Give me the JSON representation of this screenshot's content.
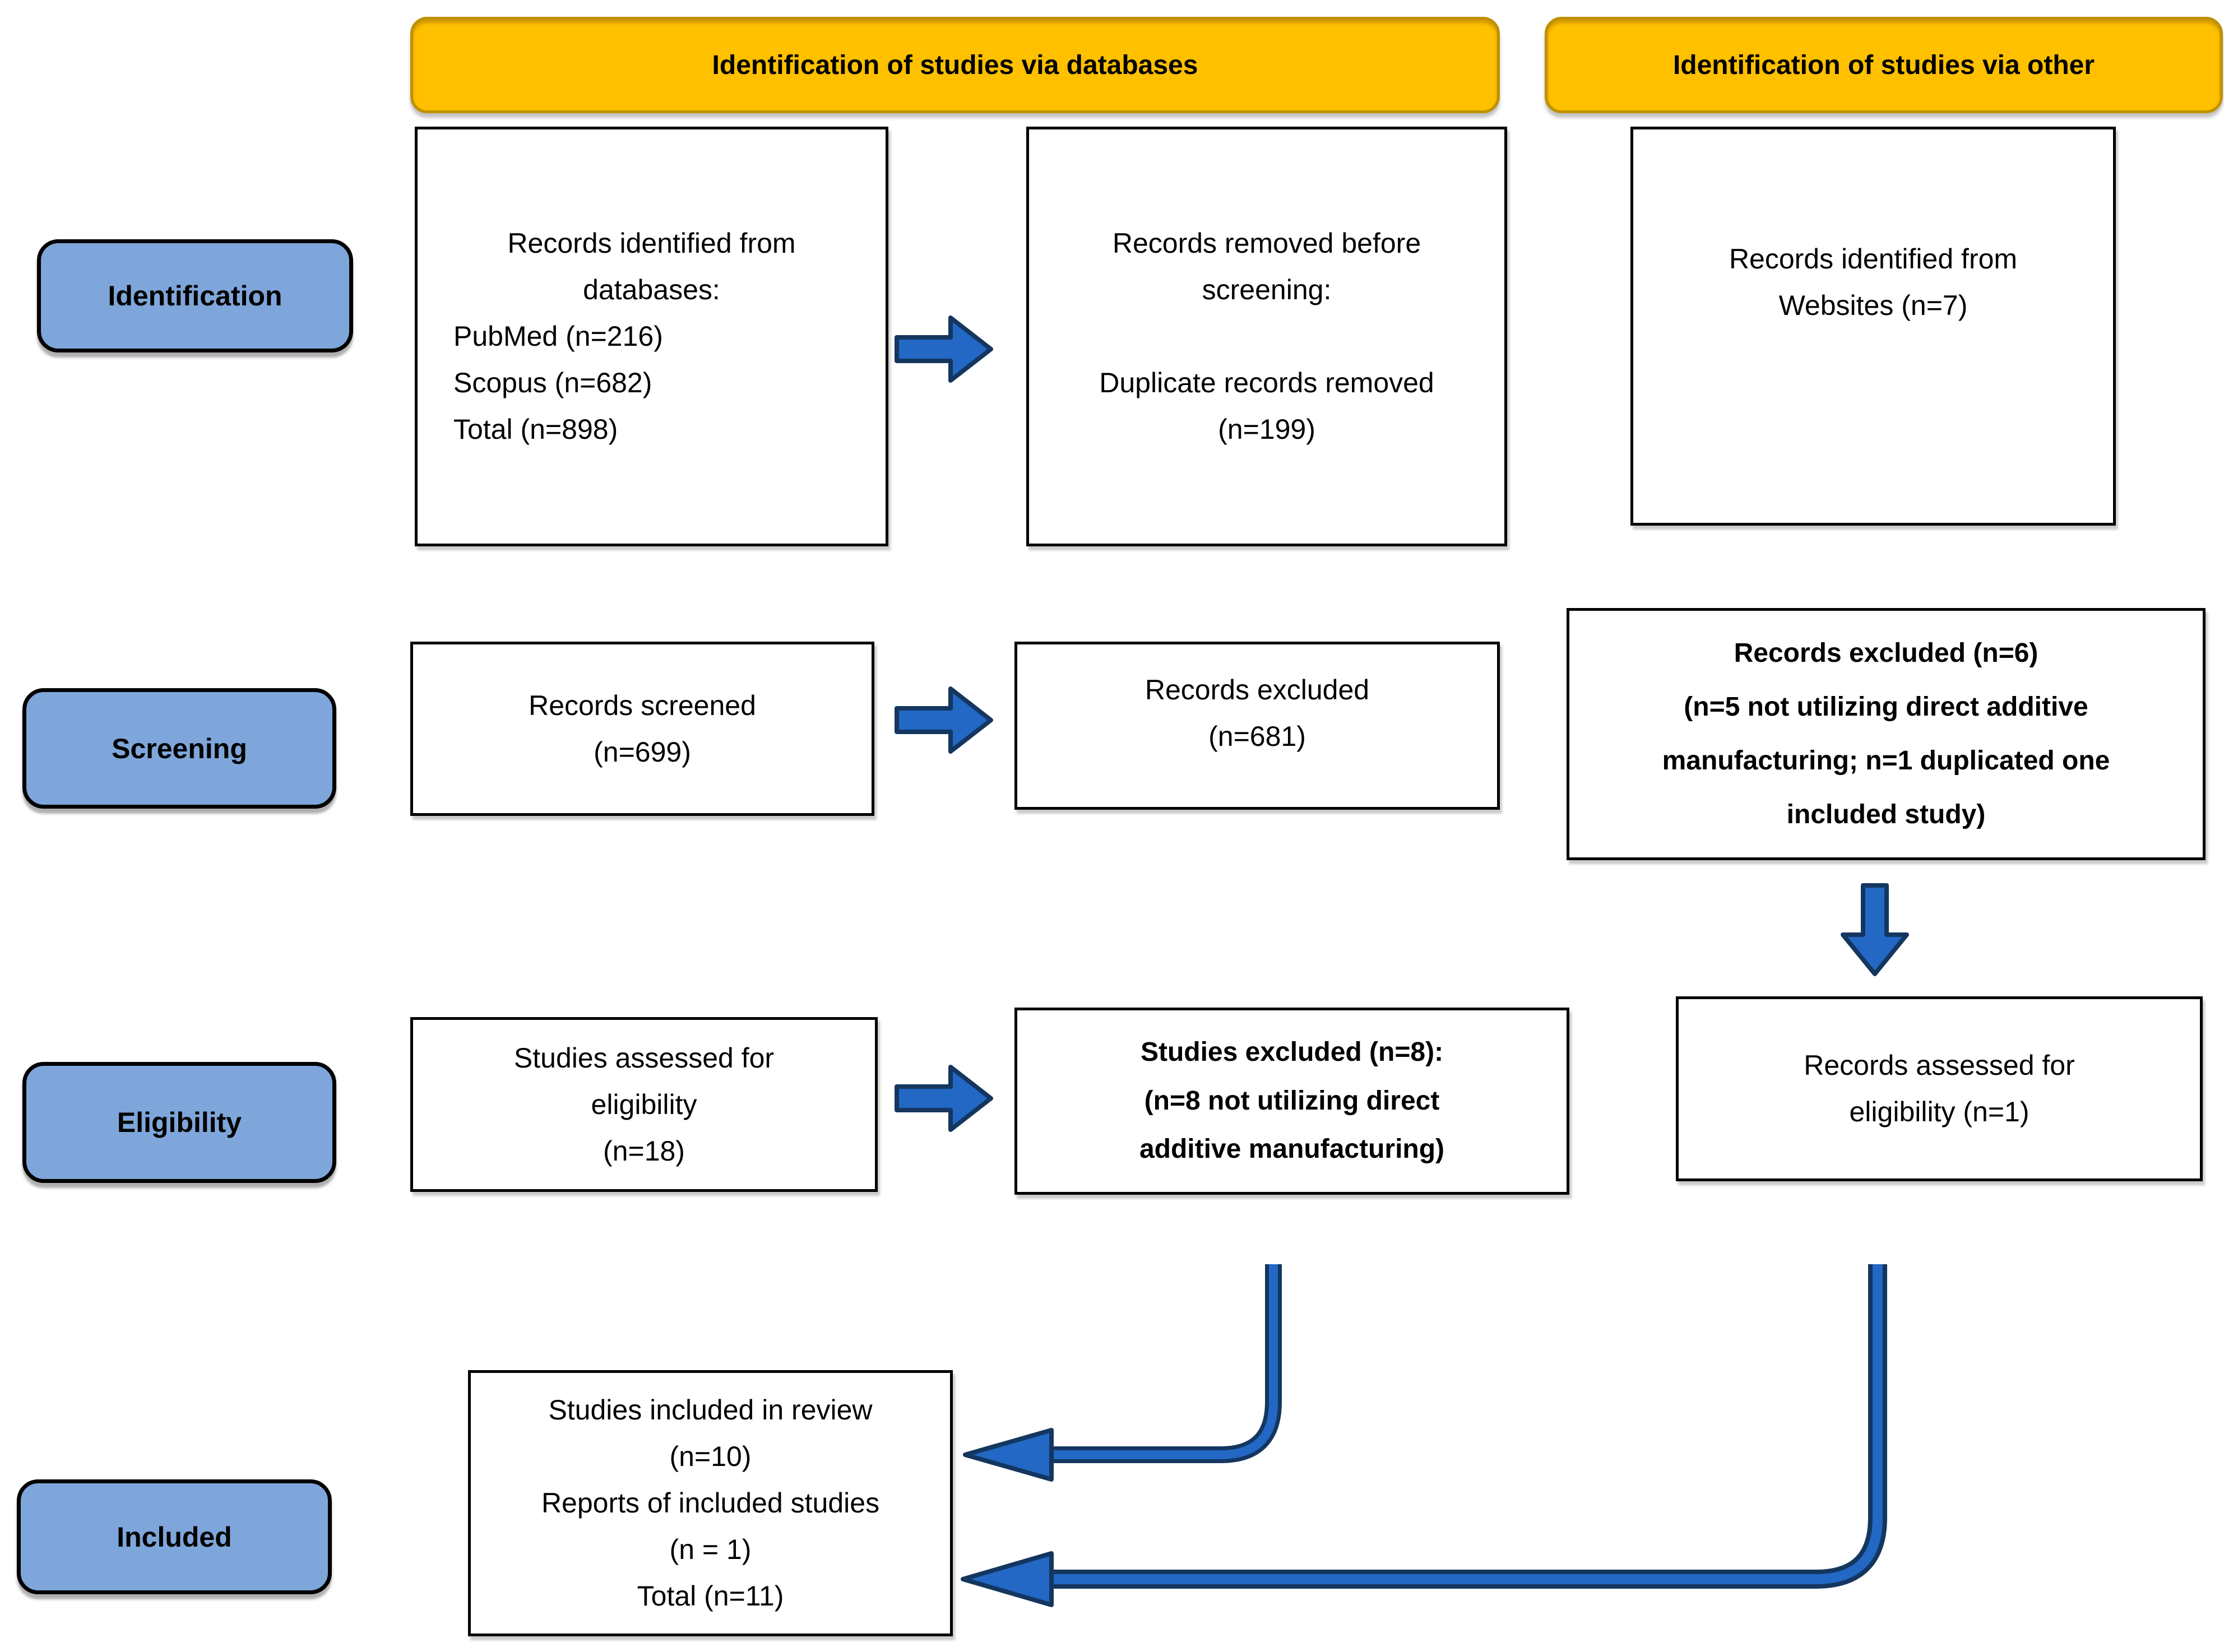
{
  "headers": {
    "databases": "Identification of studies via databases",
    "other": "Identification of studies via other"
  },
  "stages": {
    "identification": "Identification",
    "screening": "Screening",
    "eligibility": "Eligibility",
    "included": "Included"
  },
  "boxes": {
    "db_identified": {
      "lines": [
        "Records identified from",
        "databases:",
        "PubMed (n=216)",
        "Scopus (n=682)",
        "Total (n=898)"
      ]
    },
    "removed_before": {
      "lines": [
        "Records removed before",
        "screening:",
        "",
        "Duplicate records removed",
        "(n=199)"
      ]
    },
    "websites": {
      "lines": [
        "Records identified from",
        "Websites (n=7)"
      ]
    },
    "screened": {
      "lines": [
        "Records screened",
        "(n=699)"
      ]
    },
    "excluded_681": {
      "lines": [
        "Records excluded",
        "(n=681)"
      ]
    },
    "excluded_6": {
      "lines": [
        "Records excluded (n=6)",
        "(n=5 not utilizing direct additive",
        "manufacturing; n=1 duplicated one",
        "included study)"
      ]
    },
    "assessed_18": {
      "lines": [
        "Studies assessed for",
        "eligibility",
        "(n=18)"
      ]
    },
    "studies_excluded_8": {
      "lines": [
        "Studies excluded (n=8):",
        "(n=8 not utilizing direct",
        "additive manufacturing)"
      ]
    },
    "records_assessed_1": {
      "lines": [
        "Records assessed for",
        "eligibility (n=1)"
      ]
    },
    "included_studies": {
      "lines": [
        "Studies included in review",
        "(n=10)",
        "Reports of included studies",
        "(n = 1)",
        "Total (n=11)"
      ]
    }
  },
  "colors": {
    "header_fill": "#FFC000",
    "header_border": "#BF9000",
    "stage_fill": "#7EA6DA",
    "arrow_fill": "#2268C4",
    "arrow_outline": "#14365F",
    "box_border": "#000000"
  }
}
